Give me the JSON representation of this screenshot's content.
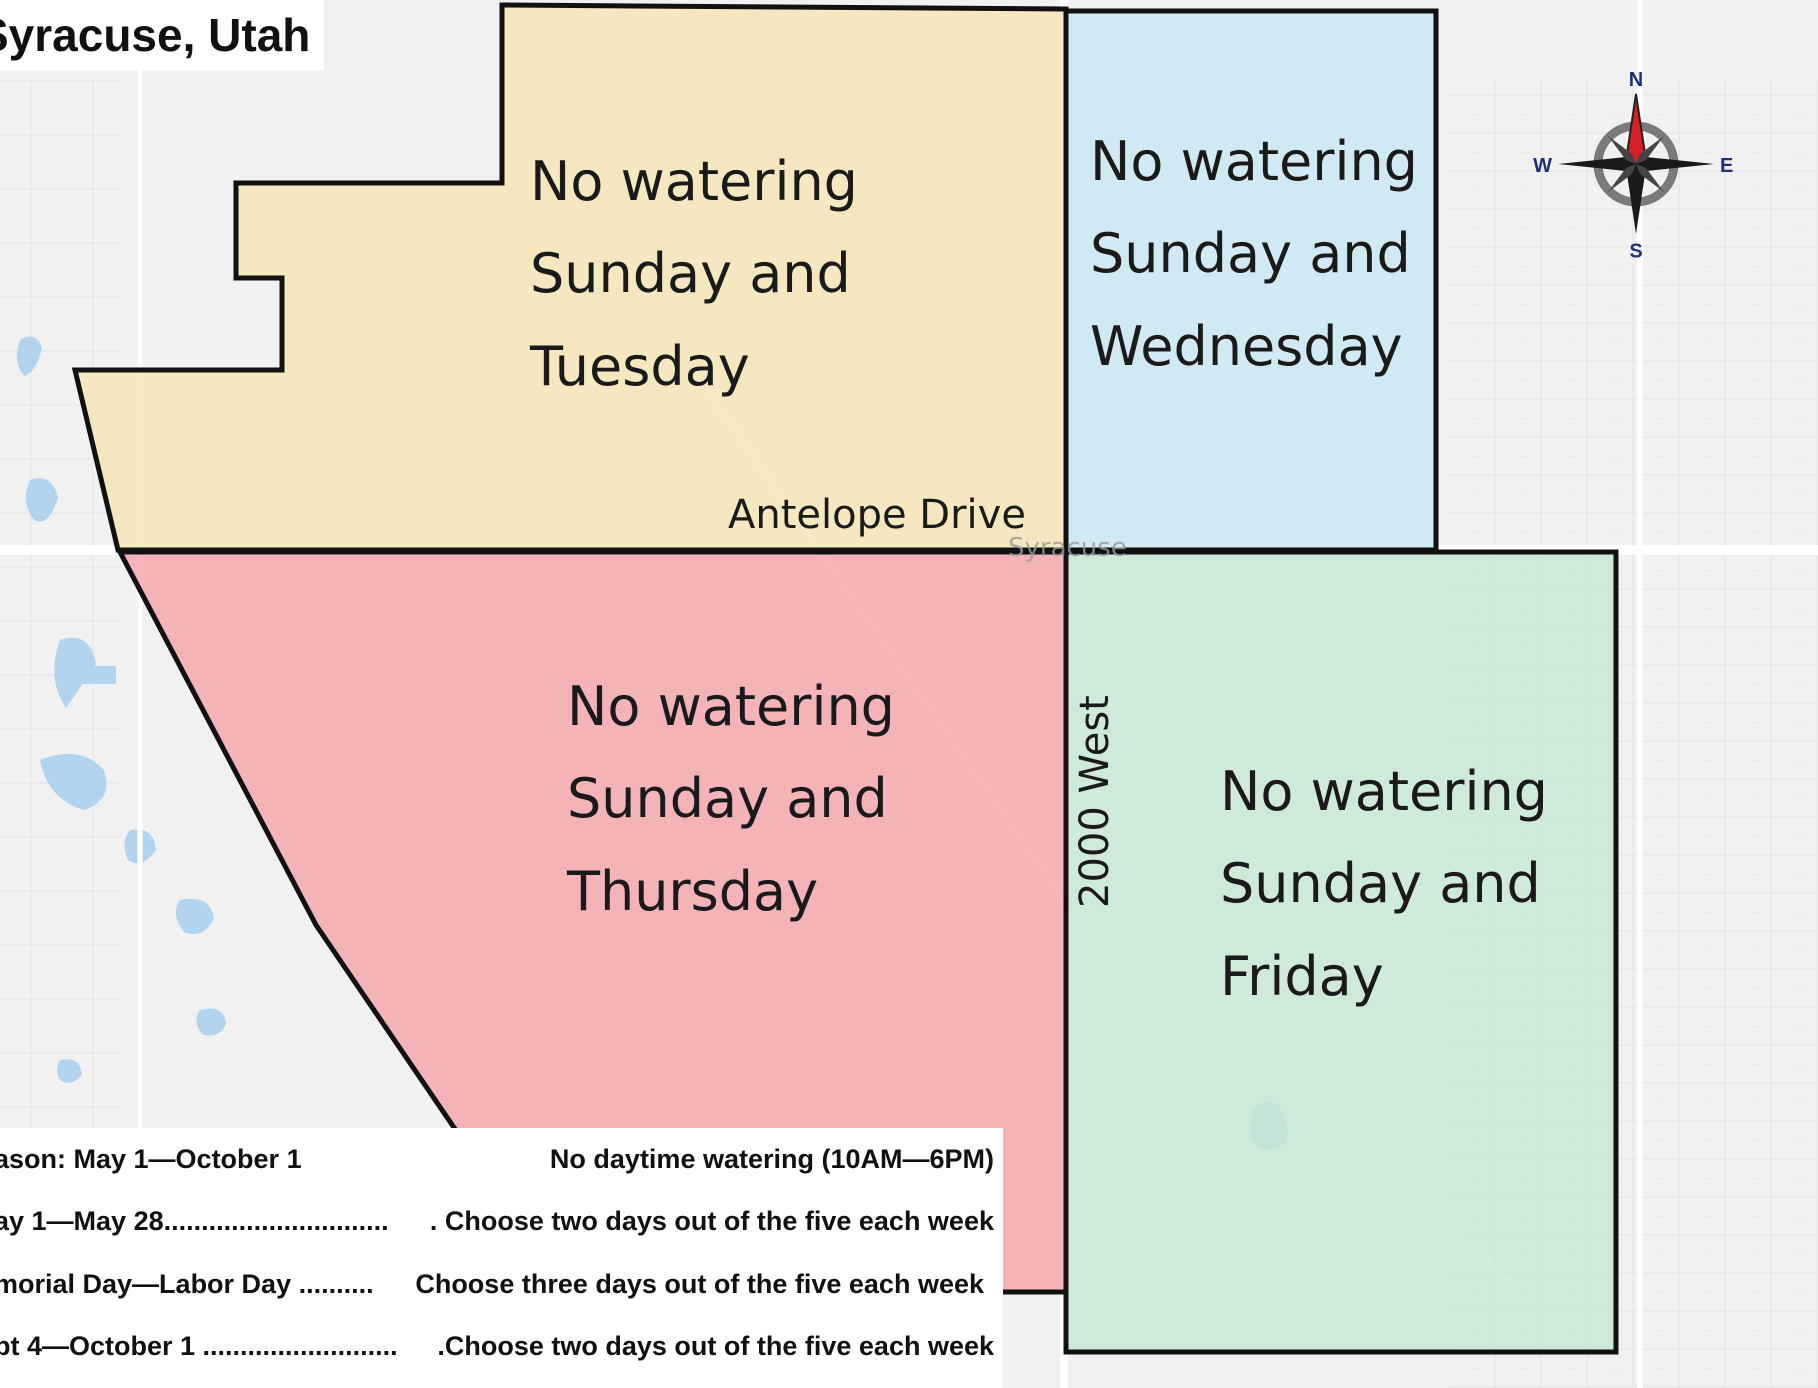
{
  "title": "Syracuse, Utah",
  "compass": {
    "north": "N",
    "south": "S",
    "east": "E",
    "west": "W"
  },
  "zones": [
    {
      "id": "tuesday",
      "color": "#f5e4b5",
      "lines": [
        "No watering",
        "Sunday and",
        "Tuesday"
      ]
    },
    {
      "id": "wednesday",
      "color": "#c9e6f2",
      "lines": [
        "No watering",
        "Sunday and",
        "Wednesday"
      ]
    },
    {
      "id": "thursday",
      "color": "#f4a6a9",
      "lines": [
        "No watering",
        "Sunday and",
        "Thursday"
      ]
    },
    {
      "id": "friday",
      "color": "#c8e8d3",
      "lines": [
        "No watering",
        "Sunday and",
        "Friday"
      ]
    }
  ],
  "road_labels": {
    "east_west": "Antelope Drive",
    "north_south": "2000 West"
  },
  "base_map_label": "Syracuse",
  "legend": [
    {
      "left": "ason: May 1—October 1",
      "right": "No daytime watering (10AM—6PM)"
    },
    {
      "left": "ay 1—May 28..............................",
      "right": ". Choose two days out of the five each week"
    },
    {
      "left": "morial Day—Labor Day ..........",
      "right": "Choose three days out of the five each week"
    },
    {
      "left": "pt 4—October 1 ..........................",
      "right": ".Choose two days out of the five each week"
    }
  ],
  "colors": {
    "boundary": "#111111",
    "road_minor": "#e3e3e3",
    "road_major": "#ffffff",
    "water": "#b3d4ee"
  }
}
